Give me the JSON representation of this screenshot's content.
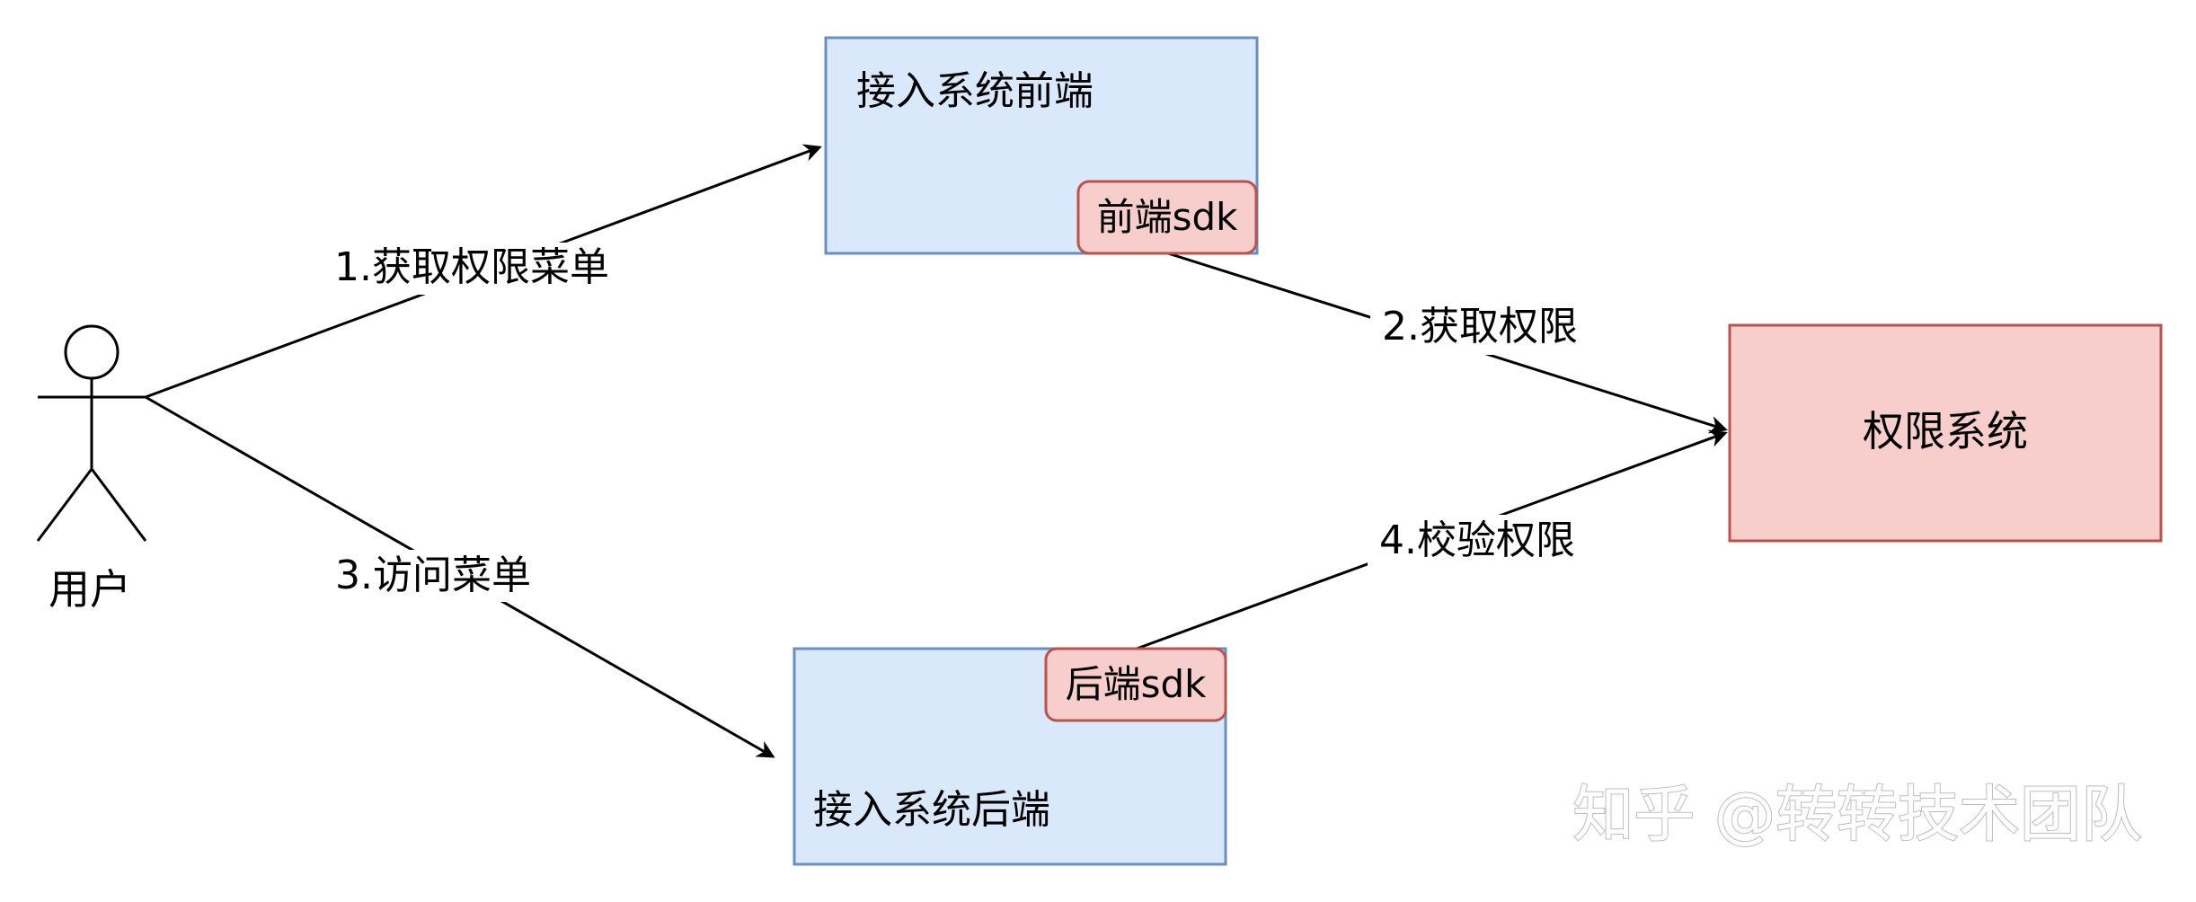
{
  "nodes": {
    "frontend": {
      "label": "接入系统前端",
      "fill": "#dae8fc",
      "stroke": "#6c8ebf"
    },
    "frontend_sdk": {
      "label": "前端sdk",
      "fill": "#f8cecc",
      "stroke": "#b85450"
    },
    "backend": {
      "label": "接入系统后端",
      "fill": "#dae8fc",
      "stroke": "#6c8ebf"
    },
    "backend_sdk": {
      "label": "后端sdk",
      "fill": "#f8cecc",
      "stroke": "#b85450"
    },
    "permission_system": {
      "label": "权限系统",
      "fill": "#f8cecc",
      "stroke": "#b85450"
    },
    "user": {
      "label": "用户",
      "icon": "stick-figure-actor-icon"
    }
  },
  "edges": {
    "get_menu": {
      "label": "1.获取权限菜单"
    },
    "get_permission": {
      "label": "2.获取权限"
    },
    "access_menu": {
      "label": "3.访问菜单"
    },
    "verify_permission": {
      "label": "4.校验权限"
    }
  },
  "watermark": {
    "text": "知乎 @转转技术团队"
  }
}
